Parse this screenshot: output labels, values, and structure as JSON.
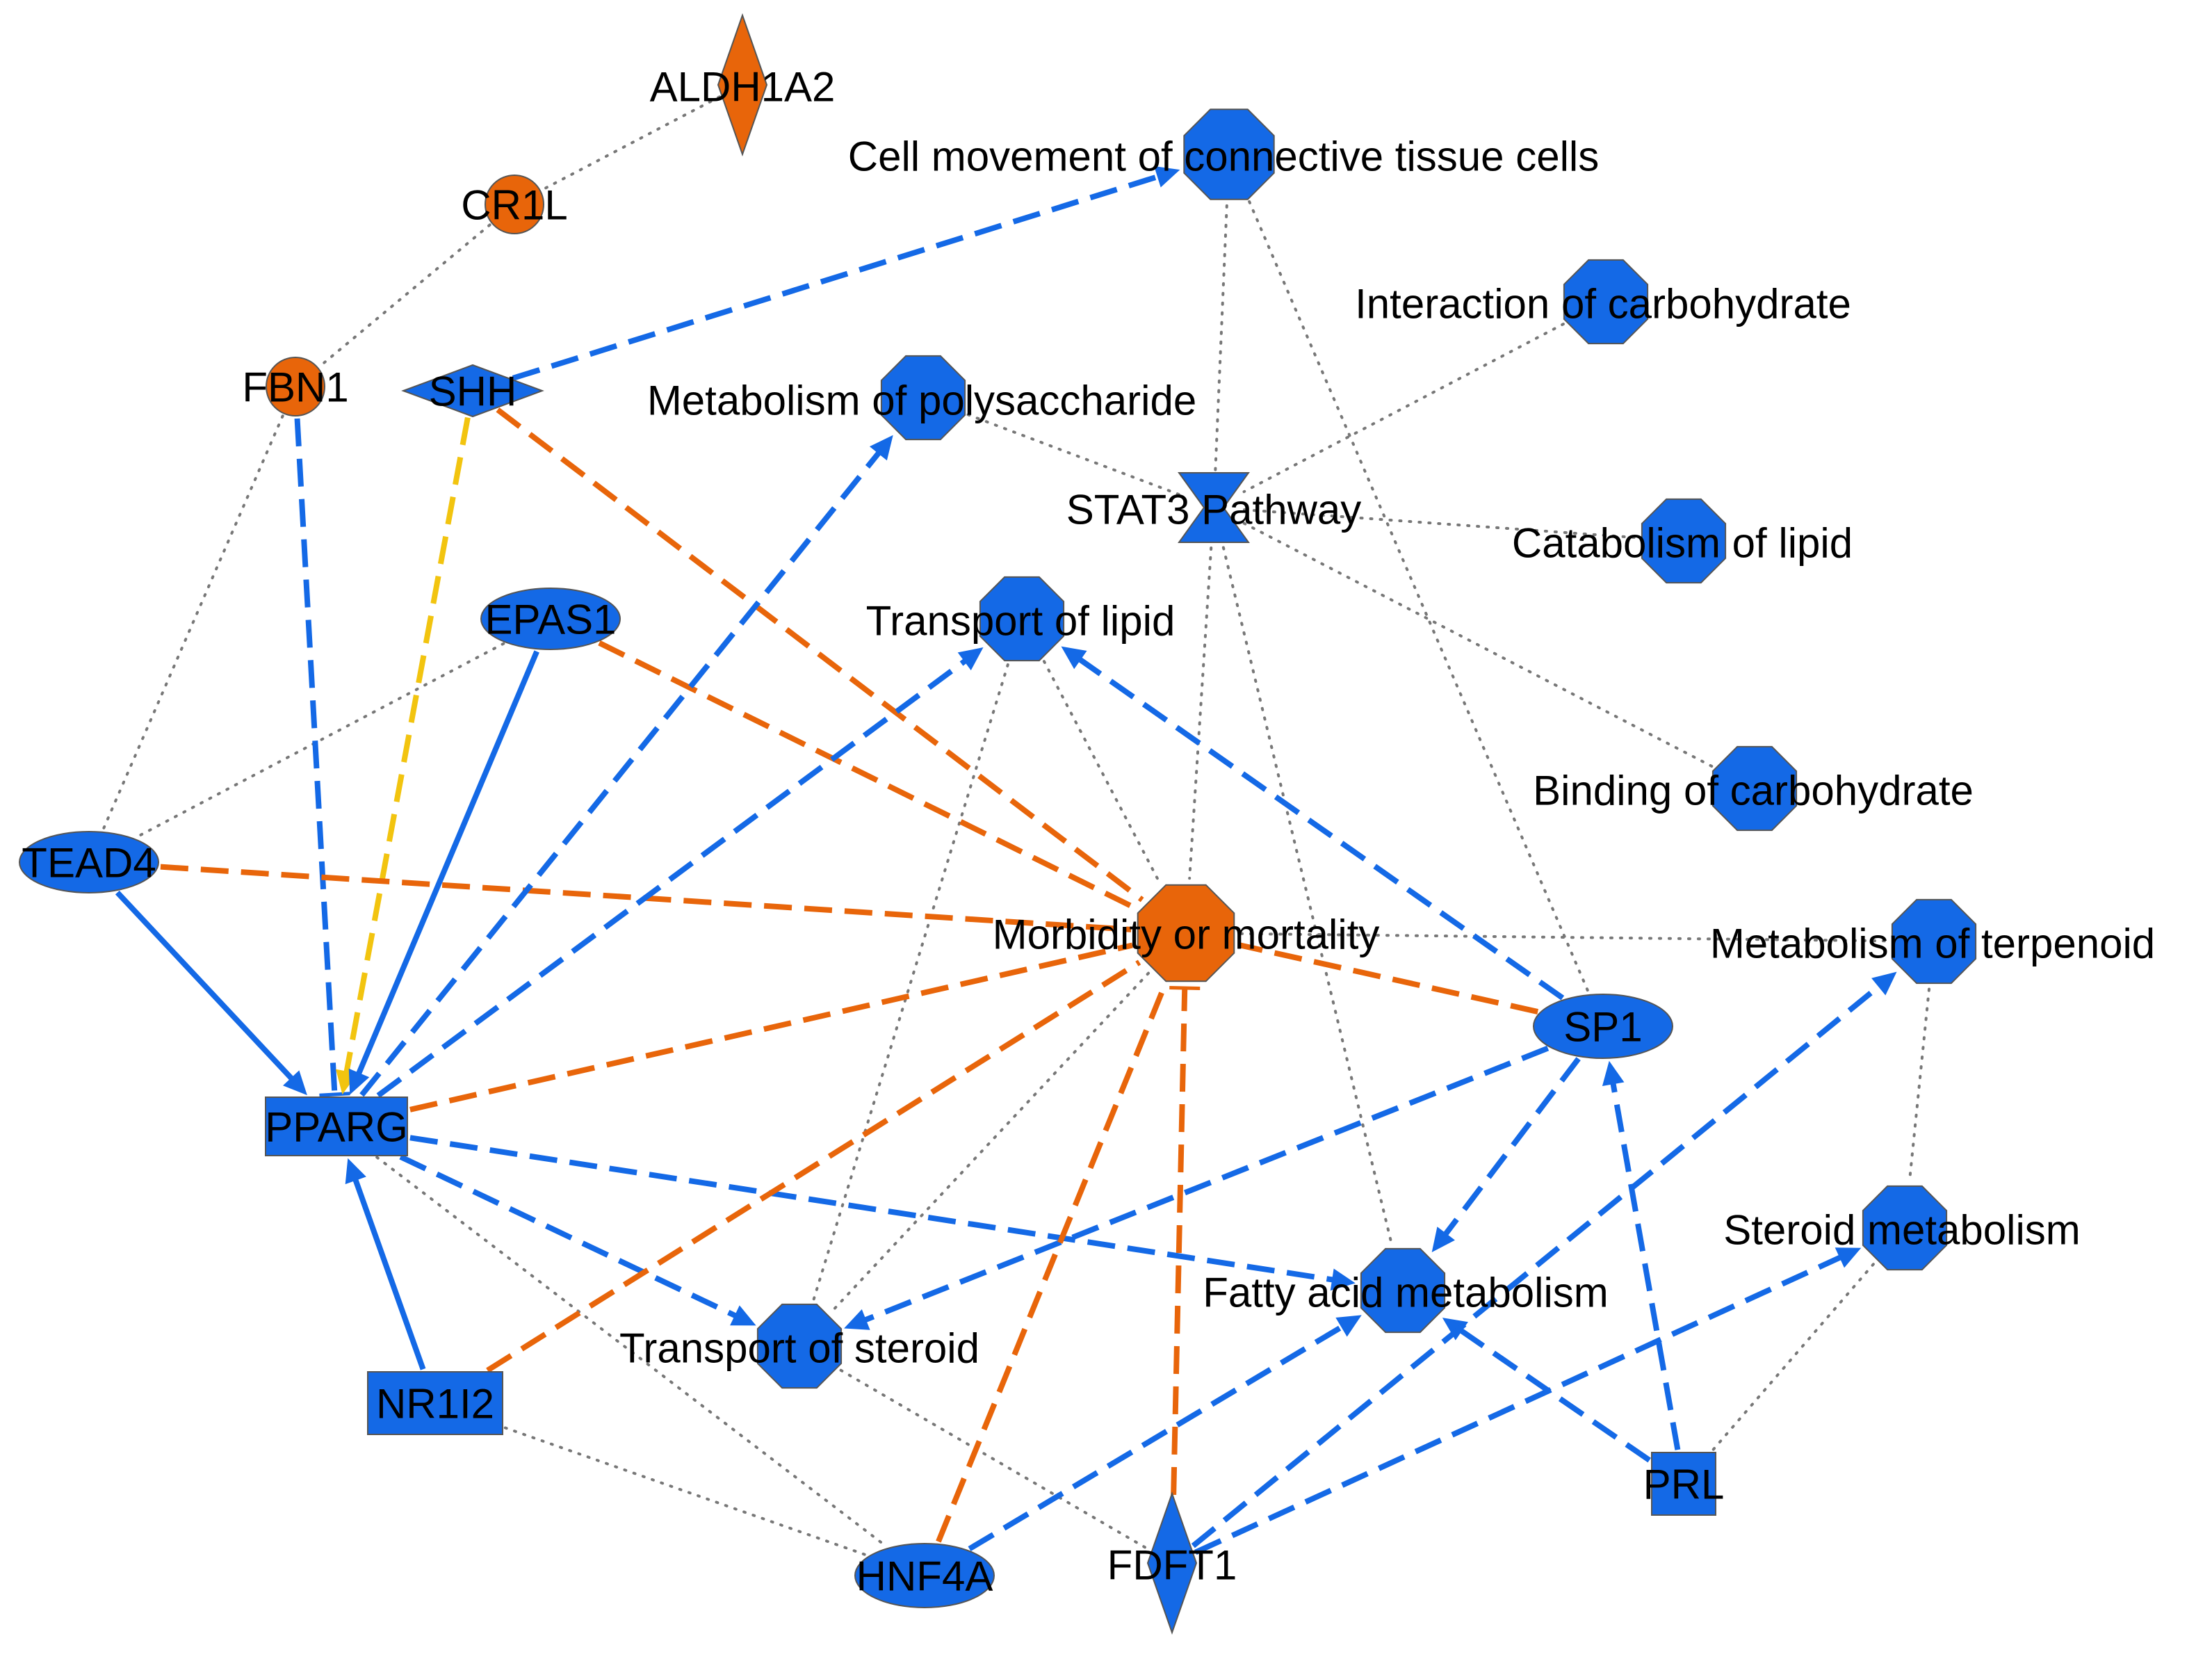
{
  "colors": {
    "blue": "#1469E6",
    "orange": "#E8650A",
    "yellow": "#F2C40F",
    "gray": "#777777"
  },
  "nodes": [
    {
      "id": "aldh1a2",
      "label": "ALDH1A2",
      "shape": "diamond",
      "color": "orange"
    },
    {
      "id": "cr1l",
      "label": "CR1L",
      "shape": "circle",
      "color": "orange"
    },
    {
      "id": "fbn1",
      "label": "FBN1",
      "shape": "circle",
      "color": "orange"
    },
    {
      "id": "shh",
      "label": "SHH",
      "shape": "diamond",
      "color": "blue"
    },
    {
      "id": "cell_movement",
      "label": "Cell movement of connective tissue cells",
      "shape": "octagon",
      "color": "blue"
    },
    {
      "id": "interaction_carb",
      "label": "Interaction of carbohydrate",
      "shape": "octagon",
      "color": "blue"
    },
    {
      "id": "metab_polysacch",
      "label": "Metabolism of polysaccharide",
      "shape": "octagon",
      "color": "blue"
    },
    {
      "id": "stat3",
      "label": "STAT3 Pathway",
      "shape": "hourglass",
      "color": "blue"
    },
    {
      "id": "catab_lipid",
      "label": "Catabolism of lipid",
      "shape": "octagon",
      "color": "blue"
    },
    {
      "id": "epas1",
      "label": "EPAS1",
      "shape": "ellipse",
      "color": "blue"
    },
    {
      "id": "transport_lipid",
      "label": "Transport of lipid",
      "shape": "octagon",
      "color": "blue"
    },
    {
      "id": "binding_carb",
      "label": "Binding of carbohydrate",
      "shape": "octagon",
      "color": "blue"
    },
    {
      "id": "tead4",
      "label": "TEAD4",
      "shape": "ellipse",
      "color": "blue"
    },
    {
      "id": "morbidity",
      "label": "Morbidity or mortality",
      "shape": "octagon",
      "color": "orange"
    },
    {
      "id": "metab_terpenoid",
      "label": "Metabolism of terpenoid",
      "shape": "octagon",
      "color": "blue"
    },
    {
      "id": "sp1",
      "label": "SP1",
      "shape": "ellipse",
      "color": "blue"
    },
    {
      "id": "pparg",
      "label": "PPARG",
      "shape": "rect",
      "color": "blue"
    },
    {
      "id": "steroid_metab",
      "label": "Steroid metabolism",
      "shape": "octagon",
      "color": "blue"
    },
    {
      "id": "fatty_acid",
      "label": "Fatty acid metabolism",
      "shape": "octagon",
      "color": "blue"
    },
    {
      "id": "transport_steroid",
      "label": "Transport of steroid",
      "shape": "octagon",
      "color": "blue"
    },
    {
      "id": "nr1i2",
      "label": "NR1I2",
      "shape": "rect",
      "color": "blue"
    },
    {
      "id": "prl",
      "label": "PRL",
      "shape": "rect",
      "color": "blue"
    },
    {
      "id": "hnf4a",
      "label": "HNF4A",
      "shape": "ellipse",
      "color": "blue"
    },
    {
      "id": "fdft1",
      "label": "FDFT1",
      "shape": "diamond",
      "color": "blue"
    }
  ],
  "edges": [
    {
      "from": "aldh1a2",
      "to": "cr1l",
      "style": "dotted",
      "color": "gray",
      "end": "none"
    },
    {
      "from": "cr1l",
      "to": "fbn1",
      "style": "dotted",
      "color": "gray",
      "end": "none"
    },
    {
      "from": "fbn1",
      "to": "tead4",
      "style": "dotted",
      "color": "gray",
      "end": "none"
    },
    {
      "from": "epas1",
      "to": "tead4",
      "style": "dotted",
      "color": "gray",
      "end": "none"
    },
    {
      "from": "cell_movement",
      "to": "stat3",
      "style": "dotted",
      "color": "gray",
      "end": "none"
    },
    {
      "from": "cell_movement",
      "to": "sp1",
      "style": "dotted",
      "color": "gray",
      "end": "none"
    },
    {
      "from": "interaction_carb",
      "to": "stat3",
      "style": "dotted",
      "color": "gray",
      "end": "none"
    },
    {
      "from": "metab_polysacch",
      "to": "stat3",
      "style": "dotted",
      "color": "gray",
      "end": "none"
    },
    {
      "from": "stat3",
      "to": "catab_lipid",
      "style": "dotted",
      "color": "gray",
      "end": "none"
    },
    {
      "from": "stat3",
      "to": "binding_carb",
      "style": "dotted",
      "color": "gray",
      "end": "none"
    },
    {
      "from": "stat3",
      "to": "morbidity",
      "style": "dotted",
      "color": "gray",
      "end": "none"
    },
    {
      "from": "stat3",
      "to": "fatty_acid",
      "style": "dotted",
      "color": "gray",
      "end": "none"
    },
    {
      "from": "transport_lipid",
      "to": "morbidity",
      "style": "dotted",
      "color": "gray",
      "end": "none"
    },
    {
      "from": "transport_lipid",
      "to": "transport_steroid",
      "style": "dotted",
      "color": "gray",
      "end": "none"
    },
    {
      "from": "morbidity",
      "to": "metab_terpenoid",
      "style": "dotted",
      "color": "gray",
      "end": "none"
    },
    {
      "from": "morbidity",
      "to": "transport_steroid",
      "style": "dotted",
      "color": "gray",
      "end": "none"
    },
    {
      "from": "metab_terpenoid",
      "to": "steroid_metab",
      "style": "dotted",
      "color": "gray",
      "end": "none"
    },
    {
      "from": "steroid_metab",
      "to": "prl",
      "style": "dotted",
      "color": "gray",
      "end": "none"
    },
    {
      "from": "pparg",
      "to": "hnf4a",
      "style": "dotted",
      "color": "gray",
      "end": "none"
    },
    {
      "from": "nr1i2",
      "to": "hnf4a",
      "style": "dotted",
      "color": "gray",
      "end": "none"
    },
    {
      "from": "transport_steroid",
      "to": "fdft1",
      "style": "dotted",
      "color": "gray",
      "end": "none"
    },
    {
      "from": "shh",
      "to": "cell_movement",
      "style": "dashed",
      "color": "blue",
      "end": "arrow"
    },
    {
      "from": "fbn1",
      "to": "pparg",
      "style": "dashed",
      "color": "blue",
      "end": "tbar"
    },
    {
      "from": "shh",
      "to": "pparg",
      "style": "dashed",
      "color": "yellow",
      "end": "arrow"
    },
    {
      "from": "shh",
      "to": "morbidity",
      "style": "dashed",
      "color": "orange",
      "end": "none"
    },
    {
      "from": "epas1",
      "to": "pparg",
      "style": "solid",
      "color": "blue",
      "end": "arrow"
    },
    {
      "from": "epas1",
      "to": "morbidity",
      "style": "dashed",
      "color": "orange",
      "end": "none"
    },
    {
      "from": "tead4",
      "to": "pparg",
      "style": "solid",
      "color": "blue",
      "end": "arrow"
    },
    {
      "from": "tead4",
      "to": "morbidity",
      "style": "dashed",
      "color": "orange",
      "end": "none"
    },
    {
      "from": "pparg",
      "to": "metab_polysacch",
      "style": "dashed",
      "color": "blue",
      "end": "arrow"
    },
    {
      "from": "pparg",
      "to": "transport_lipid",
      "style": "dashed",
      "color": "blue",
      "end": "arrow"
    },
    {
      "from": "pparg",
      "to": "morbidity",
      "style": "dashed",
      "color": "orange",
      "end": "none"
    },
    {
      "from": "pparg",
      "to": "fatty_acid",
      "style": "dashed",
      "color": "blue",
      "end": "arrow"
    },
    {
      "from": "pparg",
      "to": "transport_steroid",
      "style": "dashed",
      "color": "blue",
      "end": "arrow"
    },
    {
      "from": "nr1i2",
      "to": "pparg",
      "style": "solid",
      "color": "blue",
      "end": "arrow"
    },
    {
      "from": "nr1i2",
      "to": "morbidity",
      "style": "dashed",
      "color": "orange",
      "end": "none"
    },
    {
      "from": "sp1",
      "to": "transport_lipid",
      "style": "dashed",
      "color": "blue",
      "end": "arrow"
    },
    {
      "from": "sp1",
      "to": "morbidity",
      "style": "dashed",
      "color": "orange",
      "end": "none"
    },
    {
      "from": "sp1",
      "to": "fatty_acid",
      "style": "dashed",
      "color": "blue",
      "end": "arrow"
    },
    {
      "from": "sp1",
      "to": "transport_steroid",
      "style": "dashed",
      "color": "blue",
      "end": "arrow"
    },
    {
      "from": "prl",
      "to": "sp1",
      "style": "dashed",
      "color": "blue",
      "end": "arrow"
    },
    {
      "from": "prl",
      "to": "fatty_acid",
      "style": "dashed",
      "color": "blue",
      "end": "arrow"
    },
    {
      "from": "hnf4a",
      "to": "morbidity",
      "style": "dashed",
      "color": "orange",
      "end": "none"
    },
    {
      "from": "hnf4a",
      "to": "fatty_acid",
      "style": "dashed",
      "color": "blue",
      "end": "arrow"
    },
    {
      "from": "fdft1",
      "to": "morbidity",
      "style": "dashed",
      "color": "orange",
      "end": "tbar"
    },
    {
      "from": "fdft1",
      "to": "metab_terpenoid",
      "style": "dashed",
      "color": "blue",
      "end": "arrow"
    },
    {
      "from": "fdft1",
      "to": "steroid_metab",
      "style": "dashed",
      "color": "blue",
      "end": "arrow"
    }
  ]
}
